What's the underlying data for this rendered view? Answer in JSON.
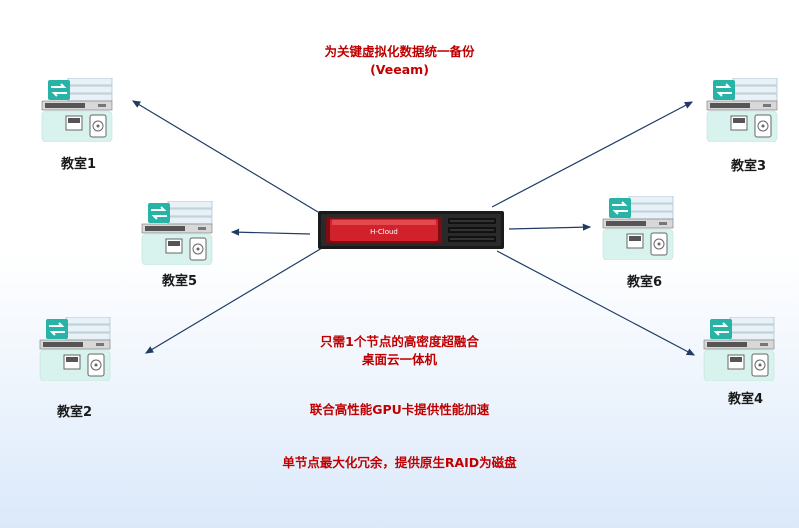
{
  "title": {
    "line1": "为关键虚拟化数据统一备份",
    "line2": "(Veeam)"
  },
  "hub": {
    "brand_label": "H-Cloud"
  },
  "classrooms": {
    "c1": "教室1",
    "c2": "教室2",
    "c3": "教室3",
    "c4": "教室4",
    "c5": "教室5",
    "c6": "教室6"
  },
  "notes": {
    "line1": "只需1个节点的高密度超融合",
    "line2": "桌面云一体机",
    "line3": "联合高性能GPU卡提供性能加速",
    "line4": "单节点最大化冗余，提供原生RAID为磁盘"
  },
  "colors": {
    "caption_red": "#c00000",
    "arrow_navy": "#1f3b66",
    "icon_teal": "#27b3a6",
    "server_red": "#d1222b"
  }
}
